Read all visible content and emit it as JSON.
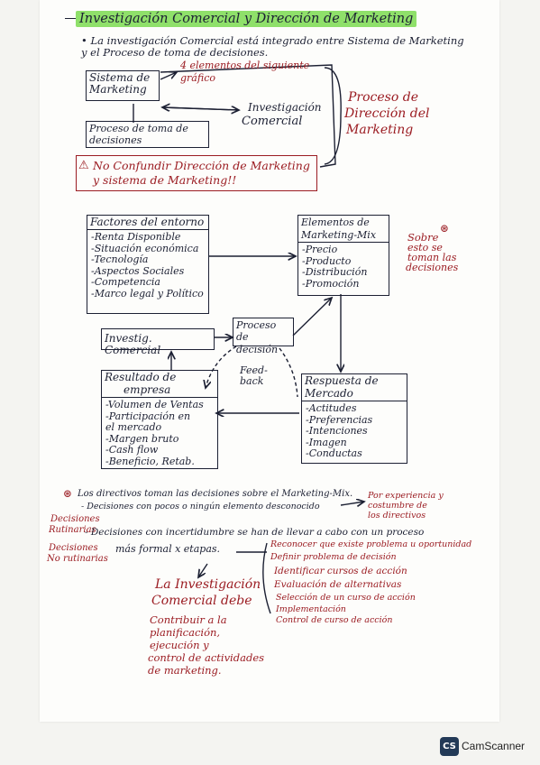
{
  "header": {
    "title": "Investigación Comercial y Dirección de Marketing"
  },
  "intro": {
    "line1": "• La investigación Comercial está integrado entre Sistema de Marketing",
    "line2": "y el Proceso de toma de decisiones."
  },
  "top_diagram": {
    "sistema": "Sistema de Marketing",
    "elementos_note_1": "4 elementos del siguiente",
    "elementos_note_2": "gráfico",
    "proceso_toma": "Proceso de toma de decisiones",
    "inv_comercial_1": "Investigación",
    "inv_comercial_2": "Comercial",
    "proceso_direccion_1": "Proceso de",
    "proceso_direccion_2": "Dirección del",
    "proceso_direccion_3": "Marketing"
  },
  "warning": {
    "icon": "warning-triangle",
    "line1": "No Confundir Dirección de Marketing",
    "line2": "y sistema de Marketing!!"
  },
  "flow": {
    "factores": {
      "title": "Factores del entorno",
      "items": [
        "-Renta Disponible",
        "-Situación económica",
        "-Tecnología",
        "-Aspectos Sociales",
        "-Competencia",
        "-Marco legal y Político"
      ]
    },
    "elementos": {
      "title1": "Elementos de",
      "title2": "Marketing-Mix",
      "items": [
        "-Precio",
        "-Producto",
        "-Distribución",
        "-Promoción"
      ]
    },
    "sobre_note": [
      "Sobre",
      "esto se",
      "toman las",
      "decisiones"
    ],
    "investig": "Investig. Comercial",
    "proceso_decision_1": "Proceso de",
    "proceso_decision_2": "decisión",
    "feedback_1": "Feed-",
    "feedback_2": "back",
    "resultado": {
      "title1": "Resultado de",
      "title2": "empresa",
      "items": [
        "-Volumen de Ventas",
        "-Participación en",
        "el mercado",
        "-Margen bruto",
        "-Cash flow",
        "-Beneficio, Retab."
      ]
    },
    "respuesta": {
      "title1": "Respuesta de",
      "title2": "Mercado",
      "items": [
        "-Actitudes",
        "-Preferencias",
        "-Intenciones",
        "-Imagen",
        "-Conductas"
      ]
    }
  },
  "notes": {
    "directivos": "Los directivos toman las decisiones sobre el Marketing-Mix.",
    "decisiones_line": "- Decisiones con pocos o ningún elemento desconocido",
    "por_experiencia_1": "Por experiencia y",
    "por_experiencia_2": "costumbre de",
    "por_experiencia_3": "los directivos",
    "rutinarias_1": "Decisiones",
    "rutinarias_2": "Rutinarias",
    "incert_1": "- Decisiones con incertidumbre se han de llevar a cabo con un proceso",
    "incert_2": "más formal x etapas.",
    "no_rutinarias_1": "Decisiones",
    "no_rutinarias_2": "No rutinarias",
    "etapas": [
      "Reconocer que existe problema u oportunidad",
      "Definir problema de decisión",
      "Identificar cursos de acción",
      "Evaluación de alternativas",
      "Selección de un curso de acción",
      "Implementación",
      "Control de curso de acción"
    ],
    "la_investigacion_1": "La Investigación",
    "la_investigacion_2": "Comercial debe",
    "contribuir": [
      "Contribuir a la",
      "planificación,",
      "ejecución y",
      "control de actividades",
      "de marketing."
    ]
  },
  "footer": {
    "logo": "CS",
    "brand": "CamScanner"
  }
}
